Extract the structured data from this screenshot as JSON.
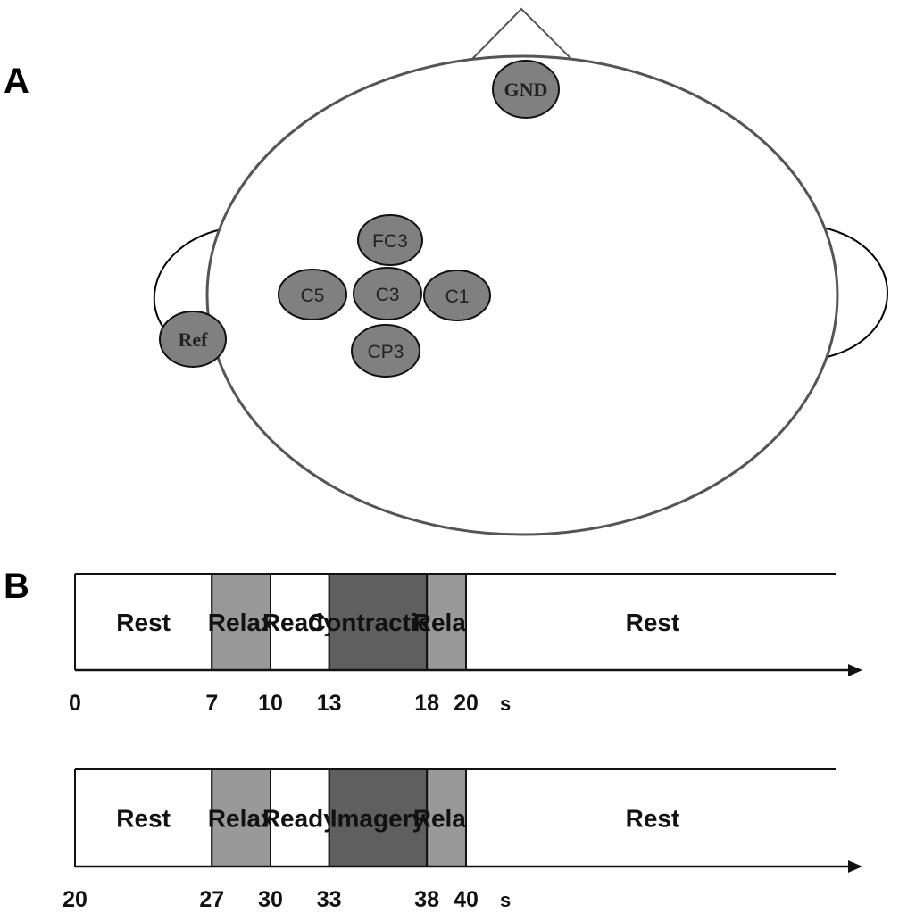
{
  "panels": {
    "a": "A",
    "b": "B"
  },
  "electrodes": {
    "gnd": "GND",
    "ref": "Ref",
    "fc3": "FC3",
    "c5": "C5",
    "c3": "C3",
    "c1": "C1",
    "cp3": "CP3"
  },
  "colors": {
    "electrode_fill": "#808080",
    "relax_fill": "#999999",
    "active_fill": "#5f5f5f",
    "rest_fill": "#ffffff",
    "outline": "#333333"
  },
  "timelines": [
    {
      "unit": "s",
      "segments": [
        {
          "label": "Rest",
          "start": 0,
          "end": 7,
          "fill": "#ffffff"
        },
        {
          "label": "Relax",
          "start": 7,
          "end": 10,
          "fill": "#999999"
        },
        {
          "label": "Ready",
          "start": 10,
          "end": 13,
          "fill": "#ffffff"
        },
        {
          "label": "Contraction",
          "start": 13,
          "end": 18,
          "fill": "#5f5f5f"
        },
        {
          "label": "Relax",
          "start": 18,
          "end": 20,
          "fill": "#999999"
        },
        {
          "label": "Rest",
          "start": 20,
          "end": null,
          "fill": "#ffffff"
        }
      ],
      "ticks": [
        {
          "value": 0,
          "label": "0"
        },
        {
          "value": 7,
          "label": "7"
        },
        {
          "value": 10,
          "label": "10"
        },
        {
          "value": 13,
          "label": "13"
        },
        {
          "value": 18,
          "label": "18"
        },
        {
          "value": 20,
          "label": "20"
        }
      ]
    },
    {
      "unit": "s",
      "segments": [
        {
          "label": "Rest",
          "start": 20,
          "end": 27,
          "fill": "#ffffff"
        },
        {
          "label": "Relax",
          "start": 27,
          "end": 30,
          "fill": "#999999"
        },
        {
          "label": "Ready",
          "start": 30,
          "end": 33,
          "fill": "#ffffff"
        },
        {
          "label": "Imagery",
          "start": 33,
          "end": 38,
          "fill": "#5f5f5f"
        },
        {
          "label": "Relax",
          "start": 38,
          "end": 40,
          "fill": "#999999"
        },
        {
          "label": "Rest",
          "start": 40,
          "end": null,
          "fill": "#ffffff"
        }
      ],
      "ticks": [
        {
          "value": 20,
          "label": "20"
        },
        {
          "value": 27,
          "label": "27"
        },
        {
          "value": 30,
          "label": "30"
        },
        {
          "value": 33,
          "label": "33"
        },
        {
          "value": 38,
          "label": "38"
        },
        {
          "value": 40,
          "label": "40"
        }
      ]
    }
  ]
}
